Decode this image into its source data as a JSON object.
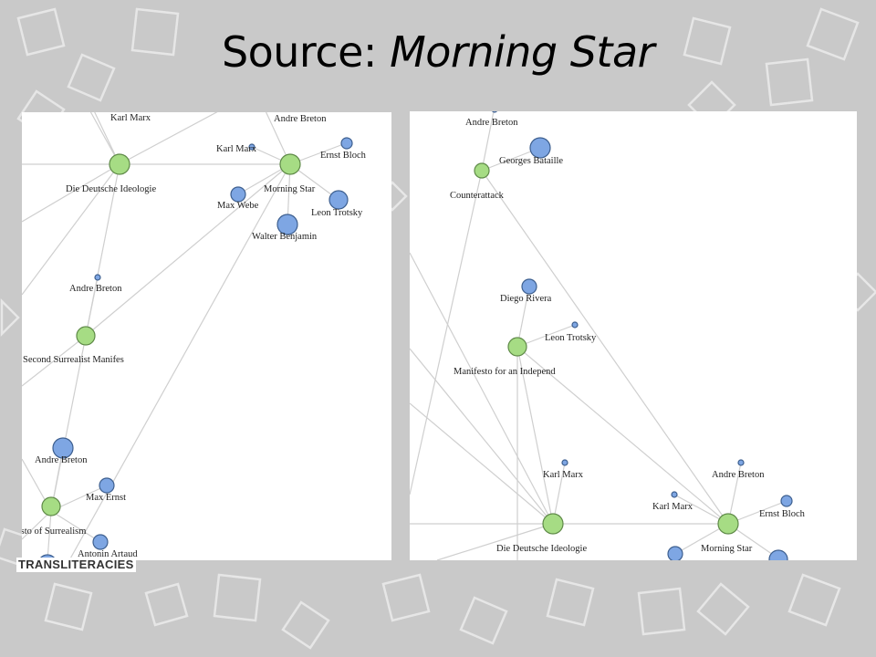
{
  "slide": {
    "title_prefix": "Source: ",
    "title_italic": "Morning Star",
    "logo_text": "TRANSLITERACIES"
  },
  "colors": {
    "background": "#c9c9c9",
    "work_node": "#a6dc84",
    "person_node": "#7ea6e3",
    "edge": "#cfcfcf"
  },
  "left_panel": {
    "labels": {
      "karl_marx_top": "Karl Marx",
      "andre_breton_top": "Andre Breton",
      "karl_marx_small": "Karl Marx",
      "ernst_bloch": "Ernst Bloch",
      "die_deutsche_ideologie": "Die Deutsche Ideologie",
      "morning_star": "Morning Star",
      "max_weber": "Max Webe",
      "leon_trotsky": "Leon Trotsky",
      "walter_benjamin": "Walter Benjamin",
      "andre_breton_mid": "Andre Breton",
      "second_surrealist": "Second Surrealist Manifes",
      "andre_breton_low": "Andre Breton",
      "max_ernst": "Max Ernst",
      "manifesto_surrealism": "esto of Surrealism",
      "antonin_artaud": "Antonin Artaud"
    }
  },
  "right_panel": {
    "labels": {
      "andre_breton_top": "Andre Breton",
      "georges_bataille": "Georges Bataille",
      "counterattack": "Counterattack",
      "diego_rivera": "Diego Rivera",
      "leon_trotsky": "Leon Trotsky",
      "manifesto_independent": "Manifesto for an Independ",
      "karl_marx": "Karl Marx",
      "andre_breton_low": "Andre Breton",
      "karl_marx_small": "Karl Marx",
      "ernst_bloch": "Ernst Bloch",
      "die_deutsche_ideologie": "Die Deutsche Ideologie",
      "morning_star": "Morning Star"
    }
  }
}
